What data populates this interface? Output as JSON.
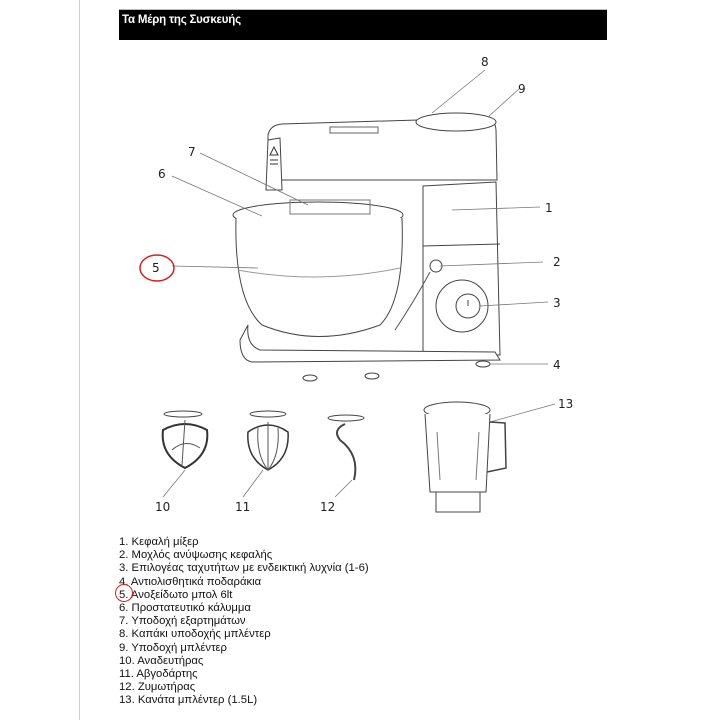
{
  "header": {
    "title": "Τα Μέρη της Συσκευής"
  },
  "diagram": {
    "callouts": [
      "1",
      "2",
      "3",
      "4",
      "5",
      "6",
      "7",
      "8",
      "9",
      "10",
      "11",
      "12",
      "13"
    ],
    "highlighted_callout": "5",
    "highlight_color": "#d42020"
  },
  "parts": [
    "1. Κεφαλή μίξερ",
    "2. Μοχλός ανύψωσης κεφαλής",
    "3. Επιλογέας ταχυτήτων με ενδεικτική λυχνία (1-6)",
    "4. Αντιολισθητικά ποδαράκια",
    "5. Ανοξείδωτο μπολ 6lt",
    "6. Προστατευτικό κάλυμμα",
    "7. Υποδοχή εξαρτημάτων",
    "8. Καπάκι υποδοχής μπλέντερ",
    "9. Υποδοχή μπλέντερ",
    "10. Αναδευτήρας",
    "11. Αβγοδάρτης",
    "12. Ζυμωτήρας",
    "13. Κανάτα μπλέντερ (1.5L)"
  ]
}
